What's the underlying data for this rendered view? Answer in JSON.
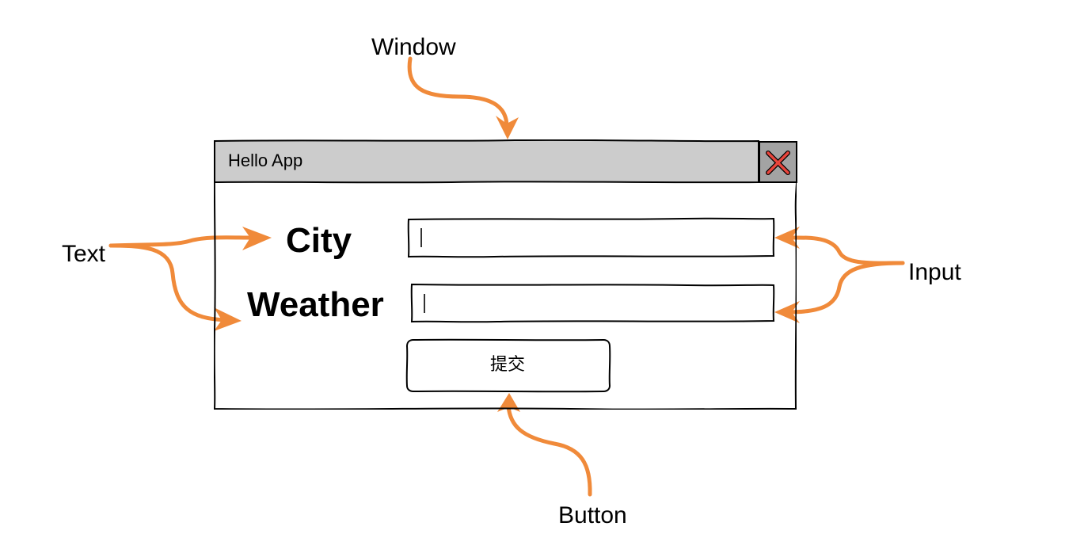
{
  "annotations": {
    "window": "Window",
    "text": "Text",
    "input": "Input",
    "button": "Button"
  },
  "app": {
    "title": "Hello App",
    "close_icon": "close-x-icon",
    "fields": [
      {
        "label": "City",
        "value": ""
      },
      {
        "label": "Weather",
        "value": ""
      }
    ],
    "submit_label": "提交"
  },
  "colors": {
    "arrow": "#f08a3a",
    "titlebar": "#cccccc",
    "close_button": "#a3a3a3",
    "close_x": "#e8453c"
  }
}
